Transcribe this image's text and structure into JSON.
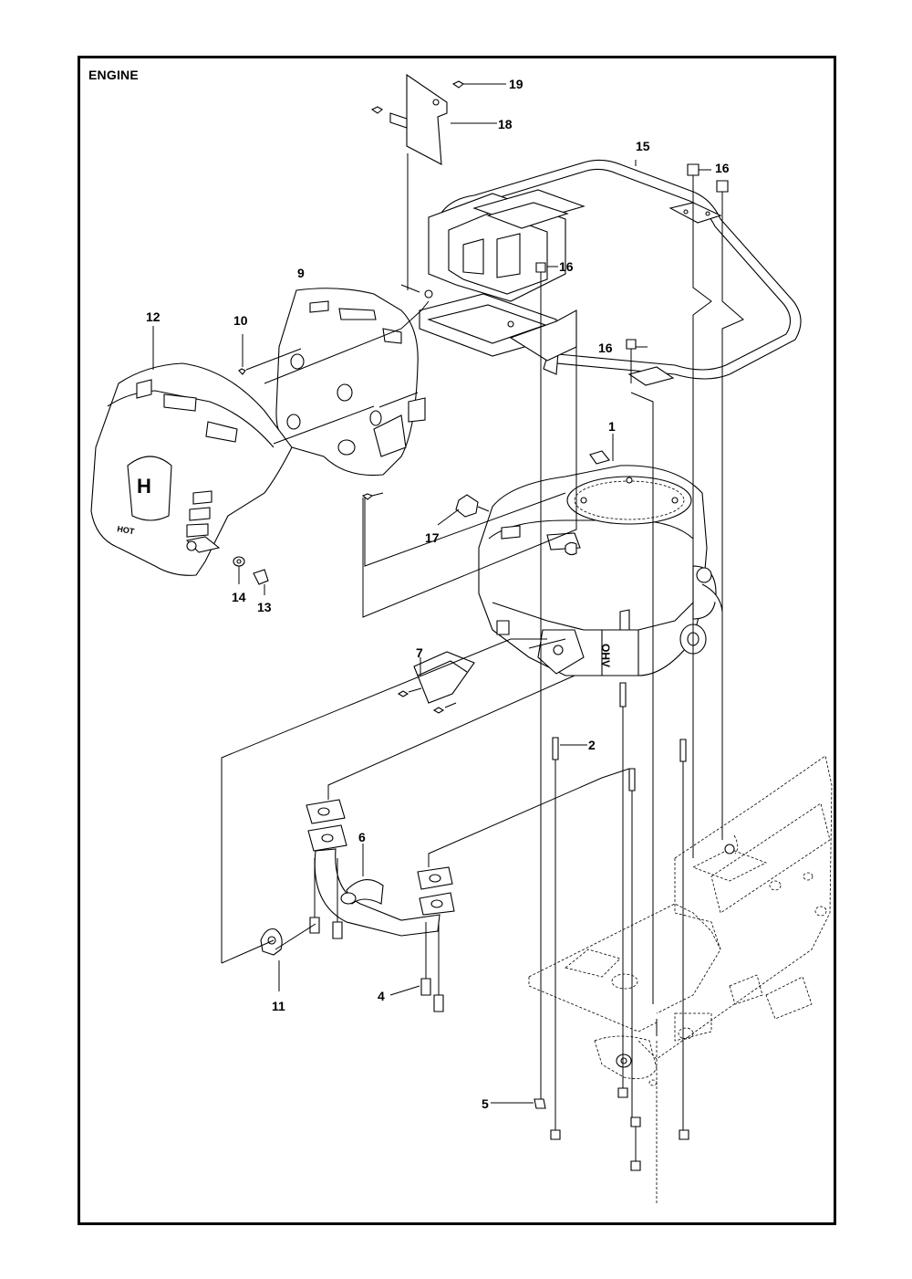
{
  "page": {
    "title": "ENGINE"
  },
  "labels": {
    "p1": "1",
    "p2": "2",
    "p4": "4",
    "p5": "5",
    "p6": "6",
    "p7": "7",
    "p9": "9",
    "p10": "10",
    "p11": "11",
    "p12": "12",
    "p13": "13",
    "p14": "14",
    "p15": "15",
    "p16a": "16",
    "p16b": "16",
    "p16c": "16",
    "p17": "17",
    "p18": "18",
    "p19": "19"
  },
  "engine_marks": {
    "ohv": "OHV",
    "hot": "HOT",
    "logo": "H"
  }
}
